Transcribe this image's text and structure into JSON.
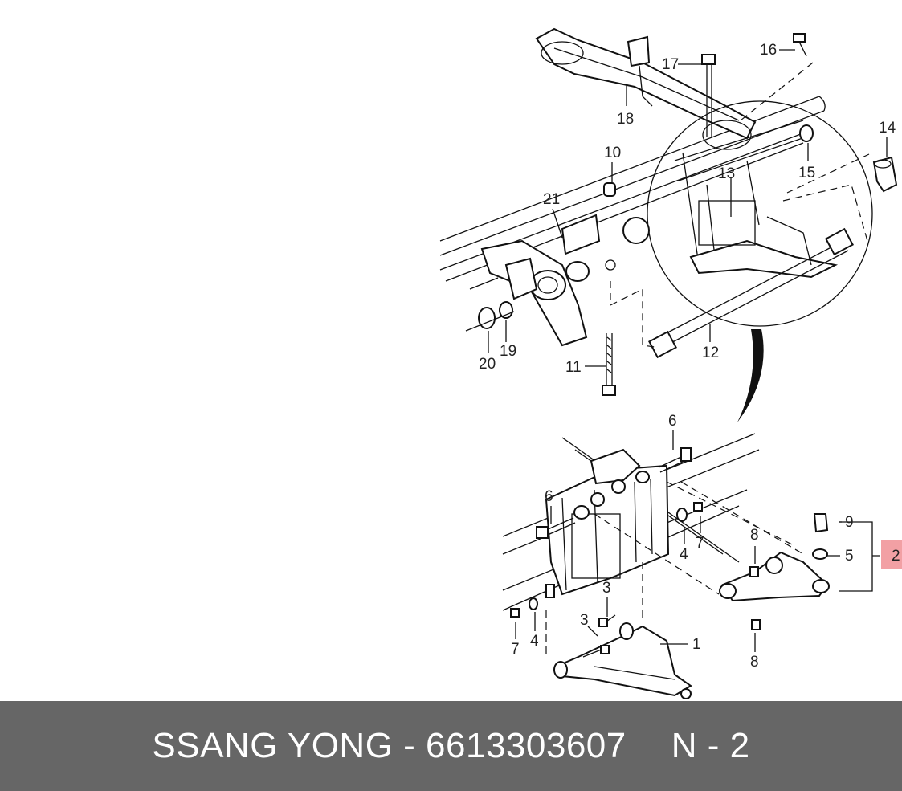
{
  "callouts": {
    "c1": "1",
    "c2": "2",
    "c3a": "3",
    "c3b": "3",
    "c4a": "4",
    "c4b": "4",
    "c5": "5",
    "c6a": "6",
    "c6b": "6",
    "c7a": "7",
    "c7b": "7",
    "c8a": "8",
    "c8b": "8",
    "c9": "9",
    "c10": "10",
    "c11": "11",
    "c12": "12",
    "c13": "13",
    "c14": "14",
    "c15": "15",
    "c16": "16",
    "c17": "17",
    "c18": "18",
    "c19": "19",
    "c20": "20",
    "c21": "21"
  },
  "footer": {
    "brand_part": "SSANG YONG - 6613303607",
    "ref": "N - 2"
  },
  "colors": {
    "footer_bg": "#666666",
    "highlight": "#f2a0a4"
  }
}
